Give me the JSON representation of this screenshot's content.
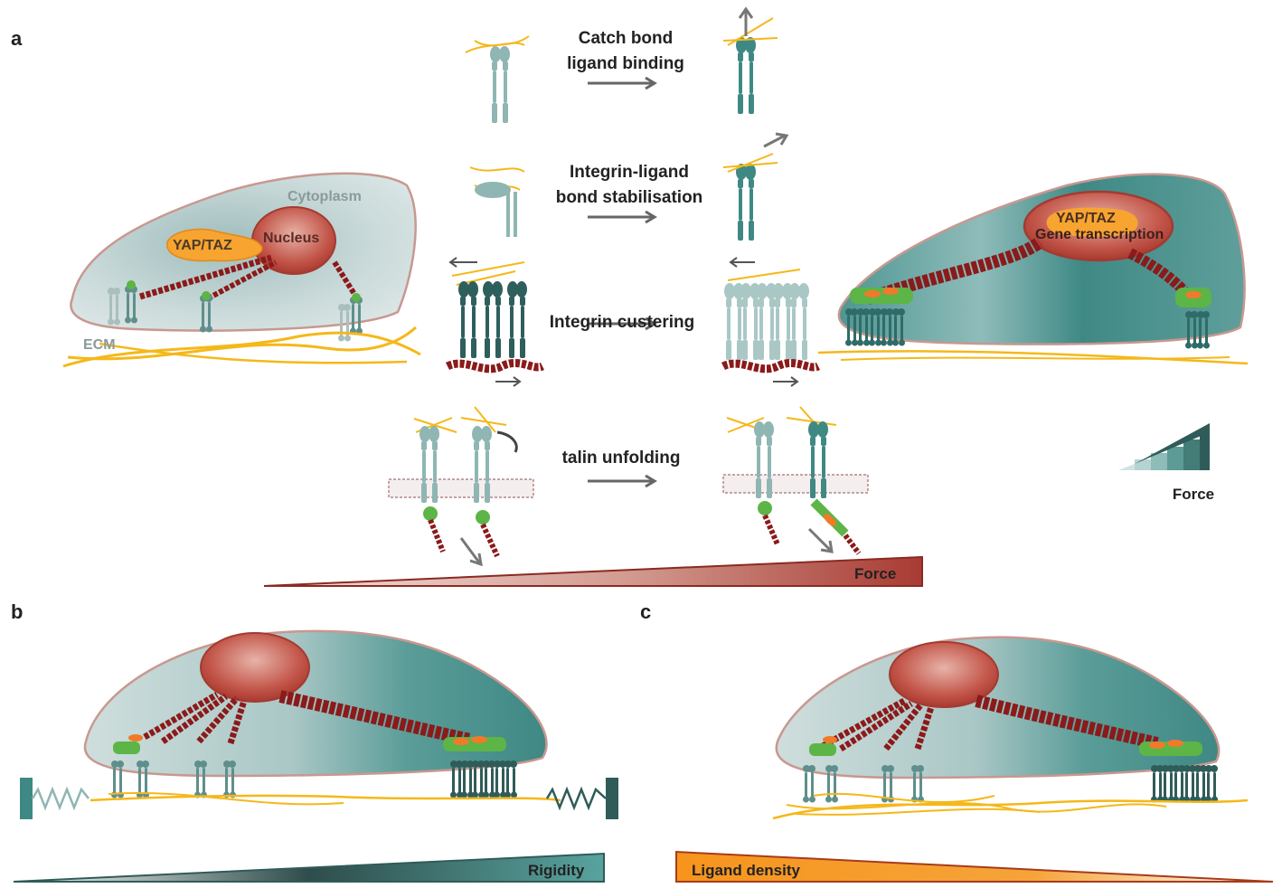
{
  "panels": {
    "a": "a",
    "b": "b",
    "c": "c"
  },
  "left_cell": {
    "cytoplasm": "Cytoplasm",
    "nucleus": "Nucleus",
    "yap": "YAP/TAZ",
    "ecm": "ECM"
  },
  "right_cell": {
    "yap": "YAP/TAZ",
    "transcription": "Gene transcription"
  },
  "steps": {
    "catch_line1": "Catch bond",
    "catch_line2": "ligand binding",
    "stab_line1": "Integrin-ligand",
    "stab_line2": "bond stabilisation",
    "clustering": "Integrin custering",
    "talin": "talin unfolding"
  },
  "legends": {
    "force_small": "Force",
    "force_bar": "Force",
    "rigidity": "Rigidity",
    "ligand_density": "Ligand density"
  },
  "colors": {
    "integrin_light": "#8fb6b3",
    "integrin_dark": "#2f6b68",
    "actin": "#8b1a1a",
    "ecm": "#f5b81a",
    "nucleus": "#b5443a",
    "yap": "#f7a431",
    "talin": "#5cb546",
    "vinculin": "#f07a2a"
  }
}
